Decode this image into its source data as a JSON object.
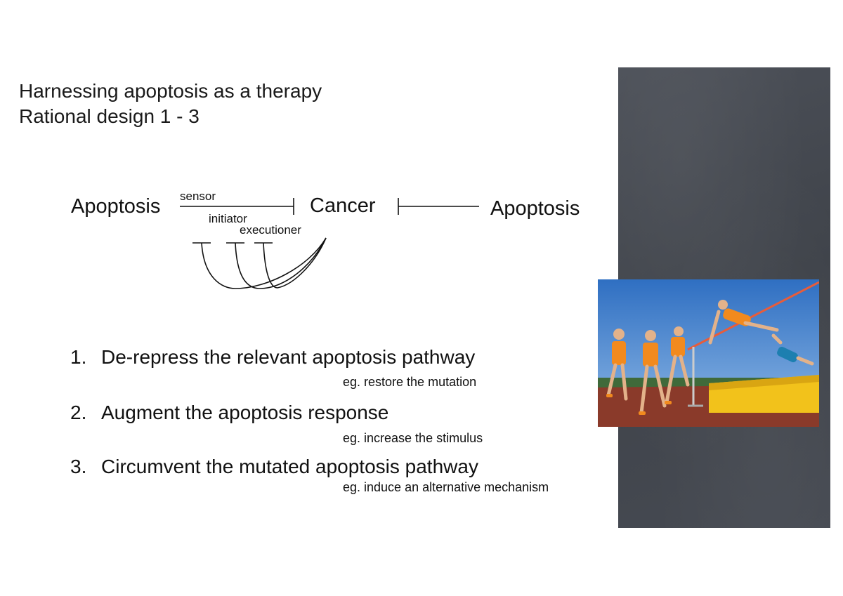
{
  "title": {
    "line1": "Harnessing apoptosis as a therapy",
    "line2": "Rational design 1 - 3"
  },
  "diagram": {
    "left_node": "Apoptosis",
    "middle_node": "Cancer",
    "right_node": "Apoptosis",
    "labels": {
      "sensor": "sensor",
      "initiator": "initiator",
      "executioner": "executioner"
    }
  },
  "strategies": [
    {
      "number": "1.",
      "text": "De-repress the relevant apoptosis pathway",
      "example": "eg. restore the mutation"
    },
    {
      "number": "2.",
      "text": "Augment the apoptosis response",
      "example": "eg. increase the stimulus"
    },
    {
      "number": "3.",
      "text": "Circumvent the mutated apoptosis pathway",
      "example": "eg. induce an alternative mechanism"
    }
  ],
  "colors": {
    "board": "#44484f",
    "sky": "#3b78c8",
    "track": "#8a3a2a",
    "mat": "#f2c21b",
    "jersey": "#f28a1e"
  }
}
